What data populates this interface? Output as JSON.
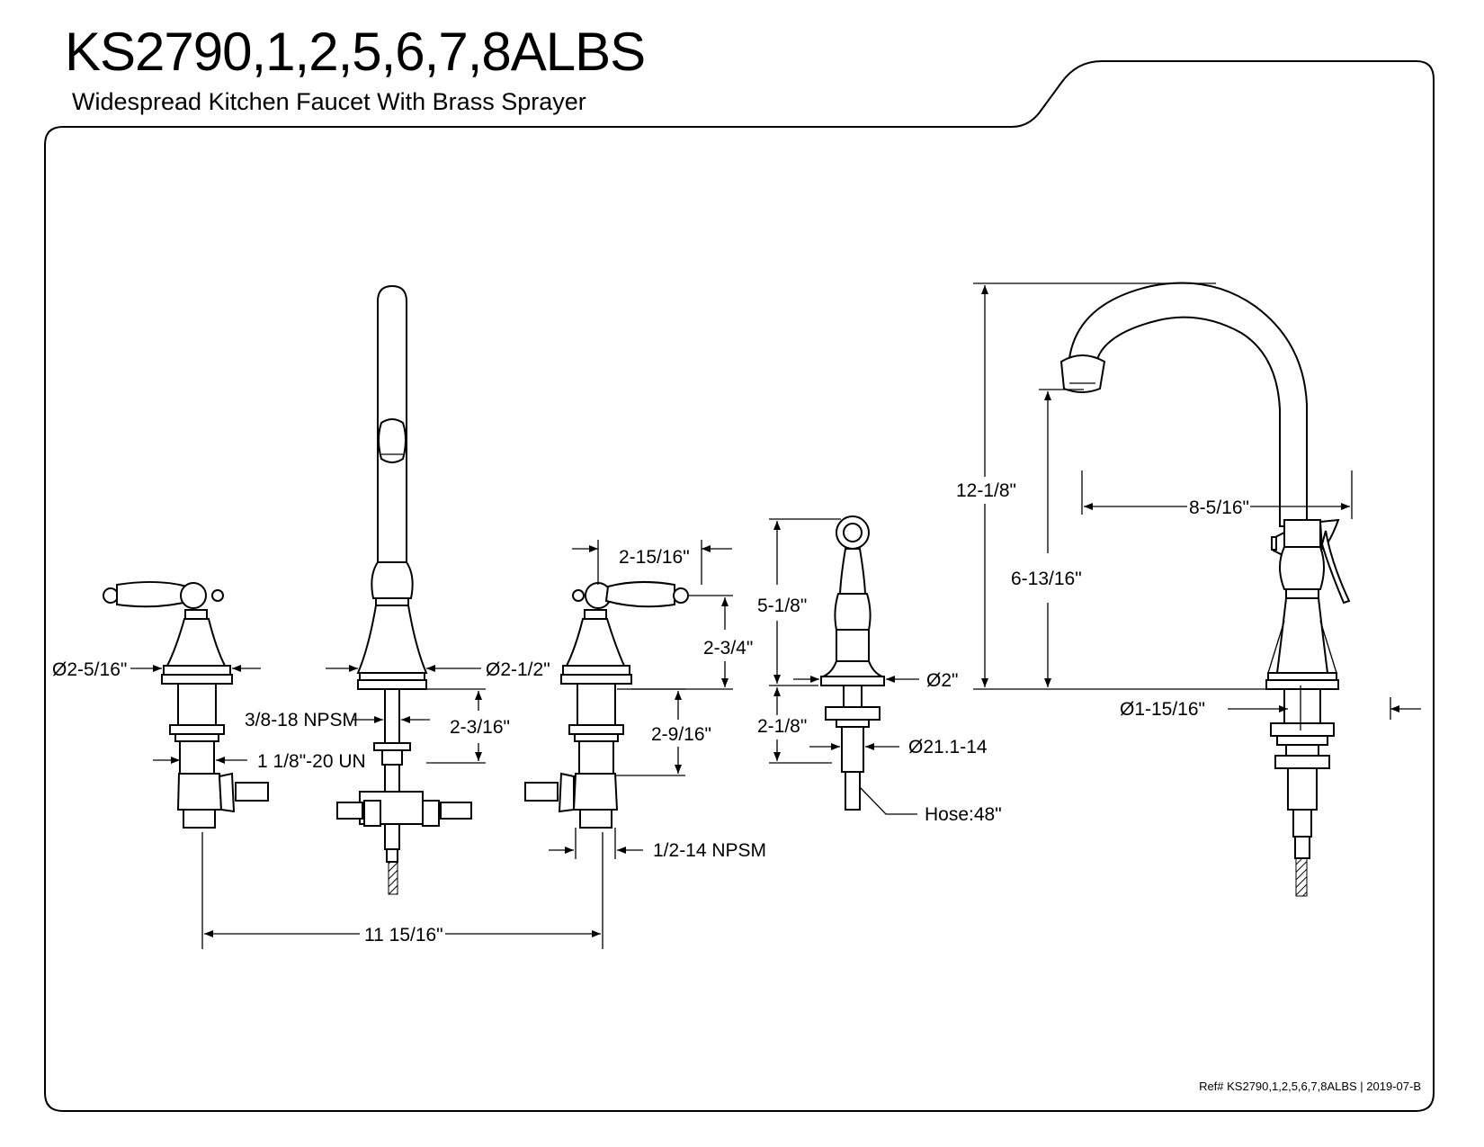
{
  "header": {
    "title": "KS2790,1,2,5,6,7,8ALBS",
    "subtitle": "Widespread Kitchen Faucet With Brass Sprayer"
  },
  "dimensions": {
    "handle_base_dia": "Ø2-5/16\"",
    "handle_thread": "1 1/8\"-20 UN",
    "spout_base_dia": "Ø2-1/2\"",
    "spout_thread": "3/8-18 NPSM",
    "spout_shank": "2-3/16\"",
    "center_spread": "11 15/16\"",
    "handle_width": "2-15/16\"",
    "handle_height": "2-3/4\"",
    "handle_shank": "2-9/16\"",
    "inlet_thread": "1/2-14 NPSM",
    "sprayer_height": "5-1/8\"",
    "sprayer_base_dia": "Ø2\"",
    "sprayer_shank": "2-1/8\"",
    "sprayer_thread": "Ø21.1-14",
    "hose": "Hose:48\"",
    "overall_height": "12-1/8\"",
    "spout_clearance": "6-13/16\"",
    "spout_reach": "8-5/16\"",
    "side_base_dia": "Ø1-15/16\""
  },
  "footer": {
    "reference": "Ref# KS2790,1,2,5,6,7,8ALBS | 2019-07-B"
  }
}
